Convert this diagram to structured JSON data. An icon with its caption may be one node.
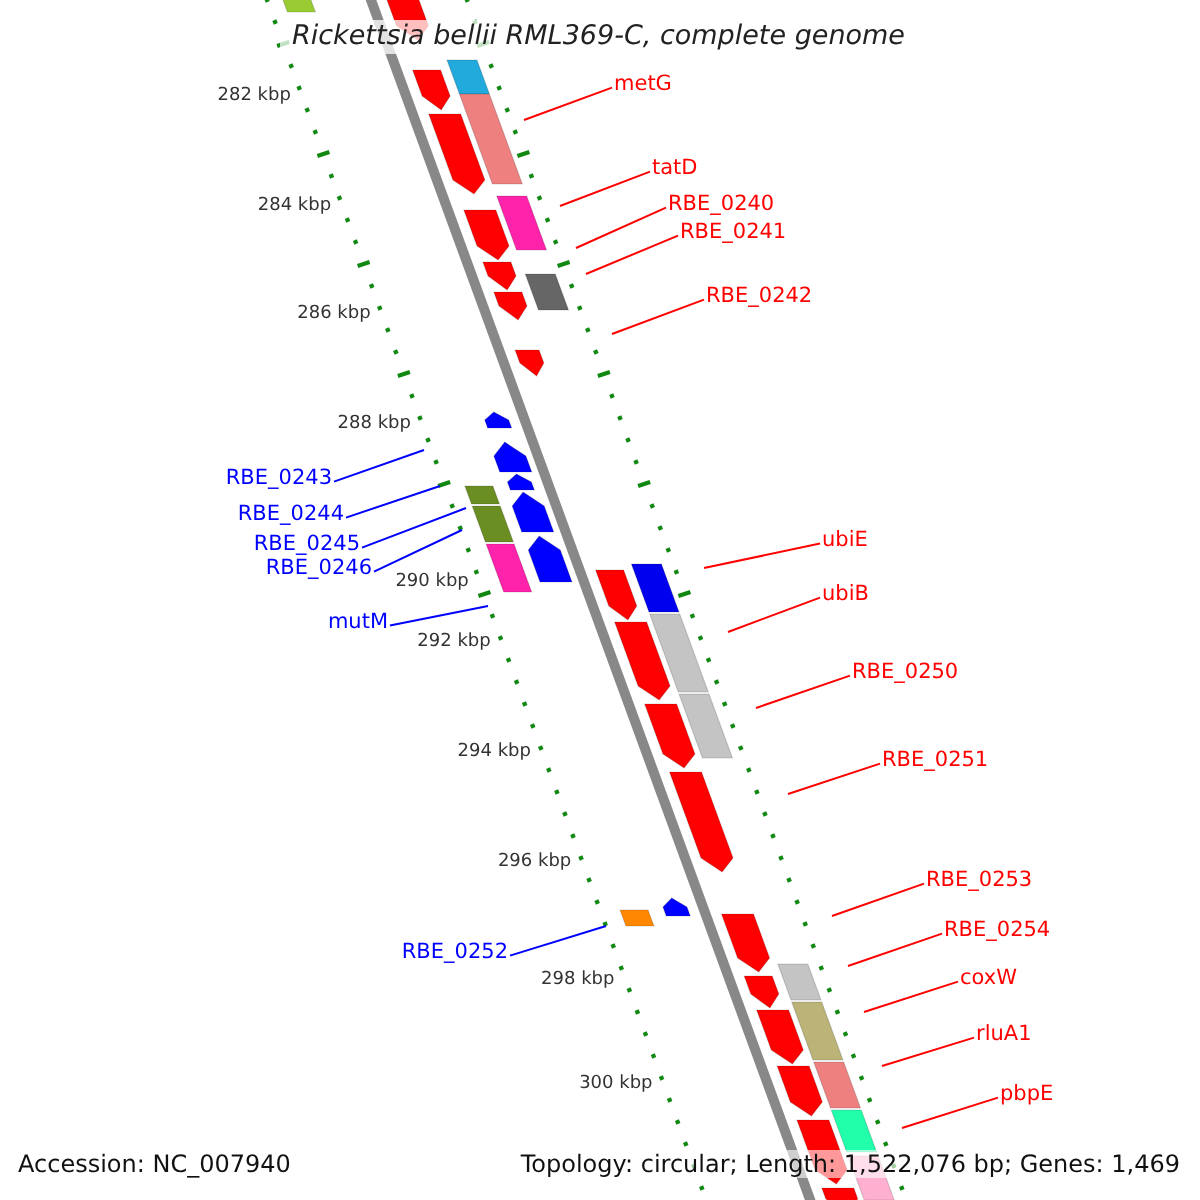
{
  "diagram": {
    "title": "Rickettsia bellii RML369-C, complete genome",
    "nodes": [
      {
        "text": [
          "metG"
        ]
      },
      {
        "text": [
          "tatD"
        ]
      },
      {
        "text": [
          "RBE_0240"
        ]
      },
      {
        "text": [
          "RBE_0241"
        ]
      },
      {
        "text": [
          "RBE_0242"
        ]
      },
      {
        "text": [
          "RBE_0243"
        ]
      },
      {
        "text": [
          "RBE_0244"
        ]
      },
      {
        "text": [
          "ubiE"
        ]
      },
      {
        "text": [
          "RBE_0245"
        ]
      },
      {
        "text": [
          "RBE_0246"
        ]
      },
      {
        "text": [
          "ubiB"
        ]
      },
      {
        "text": [
          "mutM"
        ]
      },
      {
        "text": [
          "RBE_0250"
        ]
      },
      {
        "text": [
          "RBE_0251"
        ]
      },
      {
        "text": [
          "RBE_0253"
        ]
      },
      {
        "text": [
          "RBE_0254"
        ]
      },
      {
        "text": [
          "RBE_0252"
        ]
      },
      {
        "text": [
          "coxW"
        ]
      },
      {
        "text": [
          "rluA1"
        ]
      },
      {
        "text": [
          "pbpE"
        ]
      }
    ],
    "edges": [
      {
        "from": 0,
        "to": null,
        "arrow": "none"
      },
      {
        "from": 1,
        "to": null,
        "arrow": "none"
      },
      {
        "from": 2,
        "to": null,
        "arrow": "none"
      },
      {
        "from": 3,
        "to": null,
        "arrow": "none"
      },
      {
        "from": 4,
        "to": null,
        "arrow": "none"
      },
      {
        "from": 5,
        "to": null,
        "arrow": "none",
        "color": "#0000ff"
      },
      {
        "from": 6,
        "to": null,
        "arrow": "none",
        "color": "#0000ff"
      },
      {
        "from": 7,
        "to": null,
        "arrow": "none"
      },
      {
        "from": 8,
        "to": null,
        "arrow": "none",
        "color": "#0000ff"
      },
      {
        "from": 9,
        "to": null,
        "arrow": "none",
        "color": "#0000ff"
      },
      {
        "from": 10,
        "to": null,
        "arrow": "none"
      },
      {
        "from": 11,
        "to": null,
        "arrow": "none",
        "color": "#0000ff"
      },
      {
        "from": 12,
        "to": null,
        "arrow": "none"
      },
      {
        "from": 13,
        "to": null,
        "arrow": "none"
      },
      {
        "from": 14,
        "to": null,
        "arrow": "none"
      },
      {
        "from": 15,
        "to": null,
        "arrow": "none"
      },
      {
        "from": 16,
        "to": null,
        "arrow": "none",
        "color": "#0000ff"
      },
      {
        "from": 17,
        "to": null,
        "arrow": "none"
      },
      {
        "from": 18,
        "to": null,
        "arrow": "none"
      },
      {
        "from": 19,
        "to": null,
        "arrow": "none"
      }
    ],
    "labels": [
      "282 kbp",
      "284 kbp",
      "286 kbp",
      "288 kbp",
      "290 kbp",
      "292 kbp",
      "294 kbp",
      "296 kbp",
      "298 kbp",
      "300 kbp",
      "Accession: NC_007940",
      "Topology: circular; Length: 1,522,076 bp; Genes: 1,469"
    ]
  }
}
